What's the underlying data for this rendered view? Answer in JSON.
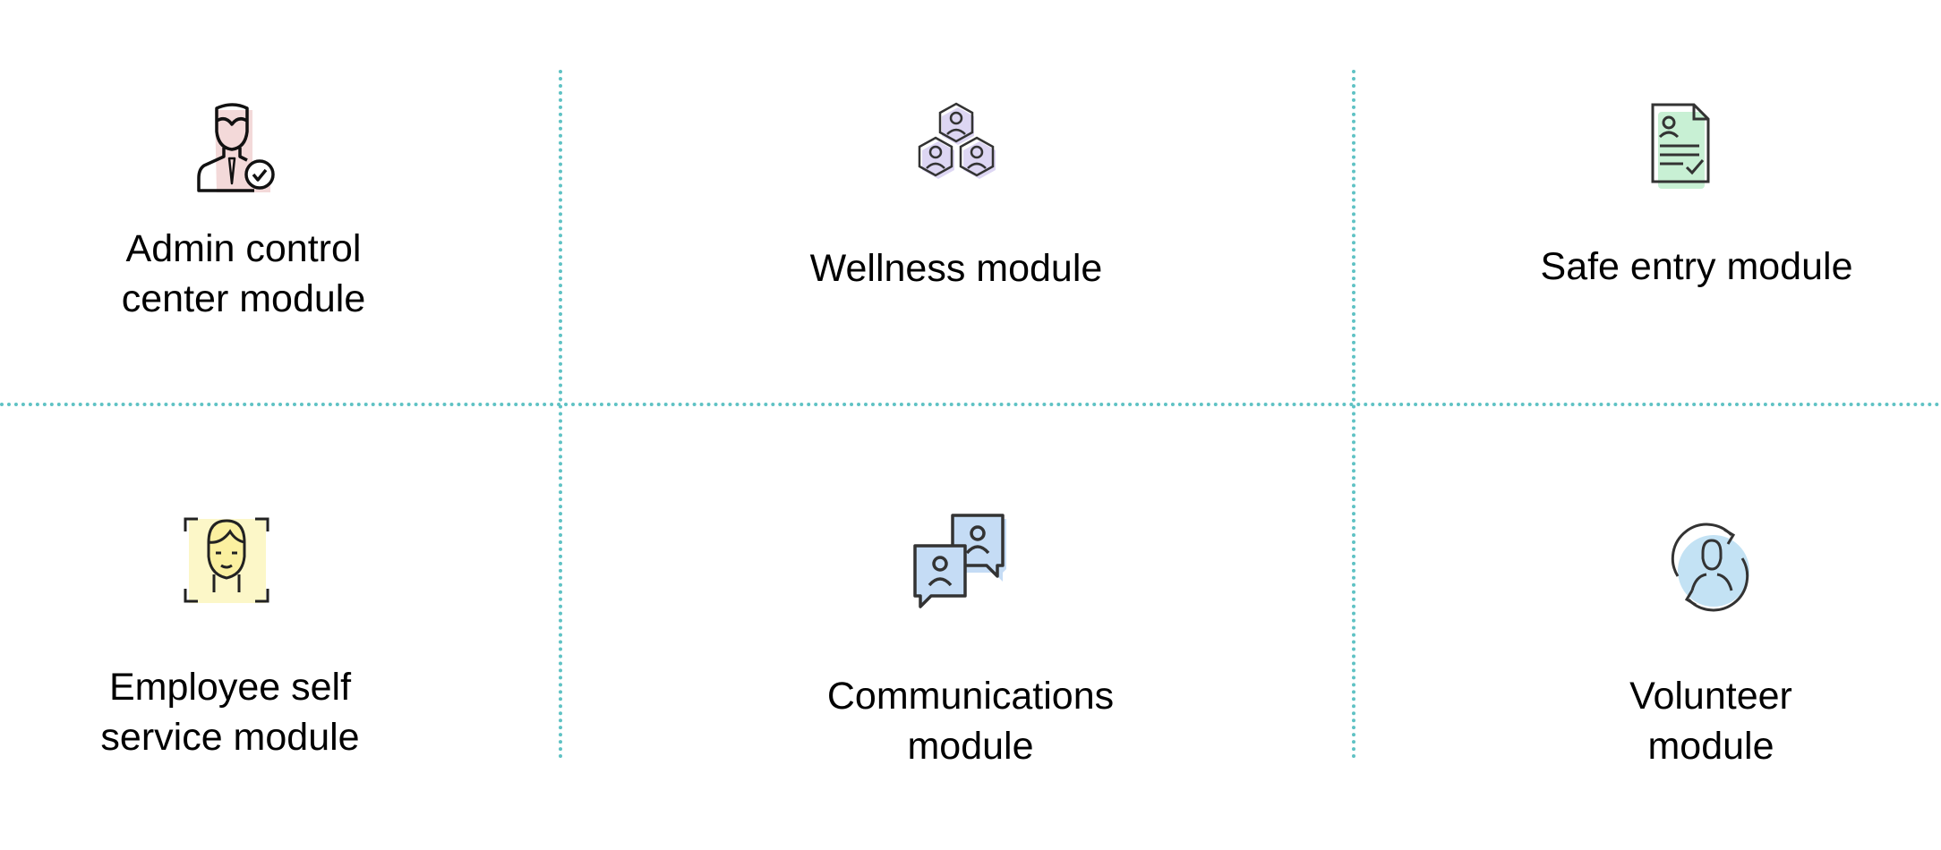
{
  "colors": {
    "divider": "#5fc2c4",
    "admin_bg": "#f3d9d9",
    "wellness_bg": "#ddd6f3",
    "safe_bg": "#c8f0d4",
    "employee_bg": "#fbf3b0",
    "comms_bg": "#c5dcf5",
    "volunteer_bg": "#c3e2f4"
  },
  "modules": [
    {
      "icon": "admin-user-check-icon",
      "lines": [
        "Admin control",
        "center module"
      ]
    },
    {
      "icon": "hexagon-people-network-icon",
      "lines": [
        "Wellness module"
      ]
    },
    {
      "icon": "id-document-check-icon",
      "lines": [
        "Safe entry module"
      ]
    },
    {
      "icon": "face-scan-icon",
      "lines": [
        "Employee self",
        "service module"
      ]
    },
    {
      "icon": "chat-bubbles-people-icon",
      "lines": [
        "Communications",
        "module"
      ]
    },
    {
      "icon": "person-refresh-cycle-icon",
      "lines": [
        "Volunteer",
        "module"
      ]
    }
  ]
}
